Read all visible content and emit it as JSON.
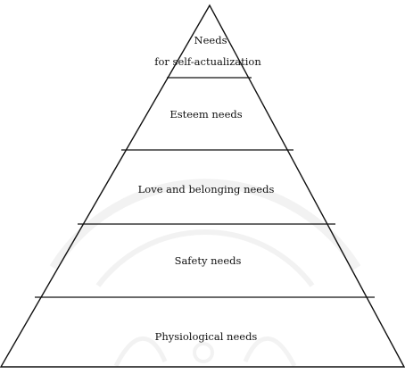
{
  "diagram": {
    "levels": [
      {
        "id": "self-actualization",
        "lines": [
          "Needs",
          "for self-actualization"
        ]
      },
      {
        "id": "esteem",
        "lines": [
          "Esteem needs"
        ]
      },
      {
        "id": "love-belonging",
        "lines": [
          "Love and belonging needs"
        ]
      },
      {
        "id": "safety",
        "lines": [
          "Safety needs"
        ]
      },
      {
        "id": "physiological",
        "lines": [
          "Physiological needs"
        ]
      }
    ],
    "colors": {
      "ink": "#111111",
      "background": "#ffffff",
      "watermark": "#8a8a8a"
    }
  }
}
